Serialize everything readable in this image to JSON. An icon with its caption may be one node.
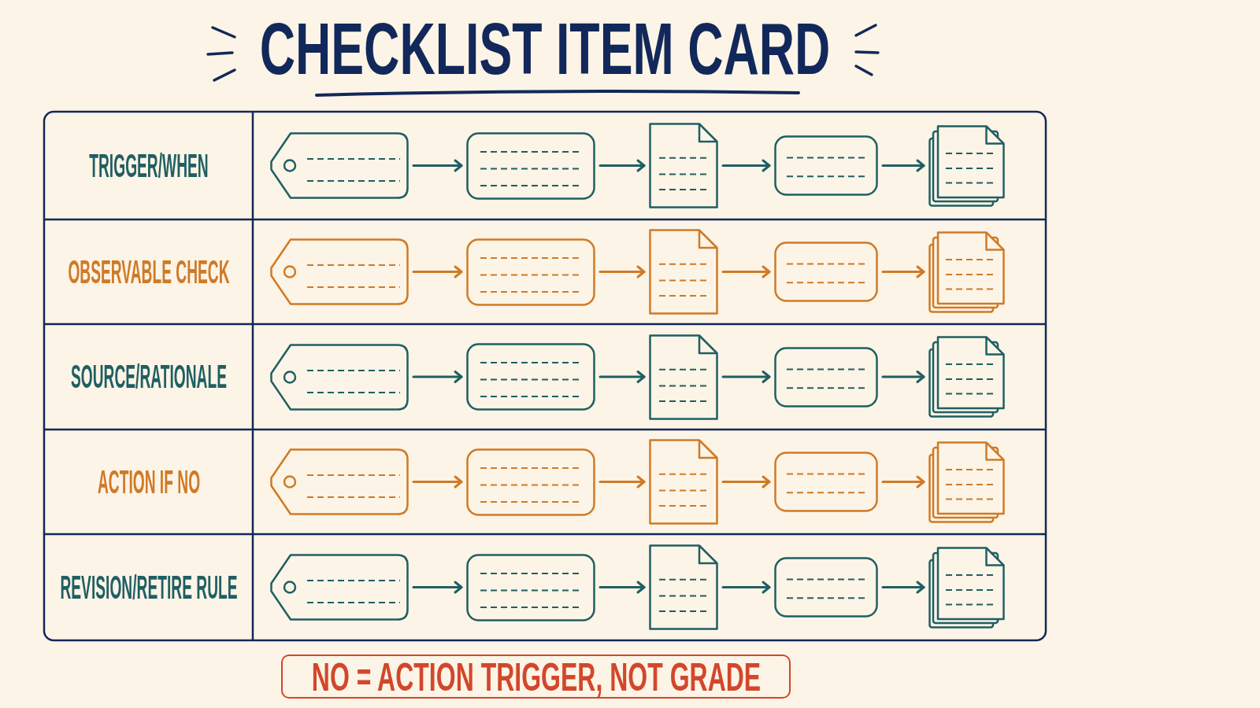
{
  "diagram": {
    "title": "CHECKLIST ITEM CARD",
    "nodes": [
      {
        "text": [
          "TRIGGER/WHEN"
        ]
      },
      {
        "text": [],
        "shape": "tag"
      },
      {
        "text": [],
        "shape": "card"
      },
      {
        "text": [],
        "shape": "document"
      },
      {
        "text": [],
        "shape": "box"
      },
      {
        "text": [],
        "shape": "stack"
      },
      {
        "text": [
          "OBSERVABLE CHECK"
        ]
      },
      {
        "text": [],
        "shape": "tag"
      },
      {
        "text": [],
        "shape": "card"
      },
      {
        "text": [],
        "shape": "document"
      },
      {
        "text": [],
        "shape": "box"
      },
      {
        "text": [],
        "shape": "stack"
      },
      {
        "text": [
          "SOURCE/RATIONALE"
        ]
      },
      {
        "text": [],
        "shape": "tag"
      },
      {
        "text": [],
        "shape": "card"
      },
      {
        "text": [],
        "shape": "document"
      },
      {
        "text": [],
        "shape": "box"
      },
      {
        "text": [],
        "shape": "stack"
      },
      {
        "text": [
          "ACTION IF NO"
        ]
      },
      {
        "text": [],
        "shape": "tag"
      },
      {
        "text": [],
        "shape": "card"
      },
      {
        "text": [],
        "shape": "document"
      },
      {
        "text": [],
        "shape": "box"
      },
      {
        "text": [],
        "shape": "stack"
      },
      {
        "text": [
          "REVISION/RETIRE RULE"
        ]
      },
      {
        "text": [],
        "shape": "tag"
      },
      {
        "text": [],
        "shape": "card"
      },
      {
        "text": [],
        "shape": "document"
      },
      {
        "text": [],
        "shape": "box"
      },
      {
        "text": [],
        "shape": "stack"
      },
      {
        "text": [
          "NO = ACTION TRIGGER, NOT GRADE"
        ]
      }
    ],
    "edges": [
      {
        "from": 1,
        "to": 2,
        "arrow": "to"
      },
      {
        "from": 2,
        "to": 3,
        "arrow": "to"
      },
      {
        "from": 3,
        "to": 4,
        "arrow": "to"
      },
      {
        "from": 4,
        "to": 5,
        "arrow": "to"
      },
      {
        "from": 7,
        "to": 8,
        "arrow": "to",
        "color": "#cf7a27"
      },
      {
        "from": 8,
        "to": 9,
        "arrow": "to",
        "color": "#cf7a27"
      },
      {
        "from": 9,
        "to": 10,
        "arrow": "to",
        "color": "#cf7a27"
      },
      {
        "from": 10,
        "to": 11,
        "arrow": "to",
        "color": "#cf7a27"
      },
      {
        "from": 13,
        "to": 14,
        "arrow": "to"
      },
      {
        "from": 14,
        "to": 15,
        "arrow": "to"
      },
      {
        "from": 15,
        "to": 16,
        "arrow": "to"
      },
      {
        "from": 16,
        "to": 17,
        "arrow": "to"
      },
      {
        "from": 19,
        "to": 20,
        "arrow": "to",
        "color": "#cf7a27"
      },
      {
        "from": 20,
        "to": 21,
        "arrow": "to",
        "color": "#cf7a27"
      },
      {
        "from": 21,
        "to": 22,
        "arrow": "to",
        "color": "#cf7a27"
      },
      {
        "from": 22,
        "to": 23,
        "arrow": "to",
        "color": "#cf7a27"
      },
      {
        "from": 25,
        "to": 26,
        "arrow": "to"
      },
      {
        "from": 26,
        "to": 27,
        "arrow": "to"
      },
      {
        "from": 27,
        "to": 28,
        "arrow": "to"
      },
      {
        "from": 28,
        "to": 29,
        "arrow": "to"
      }
    ]
  }
}
